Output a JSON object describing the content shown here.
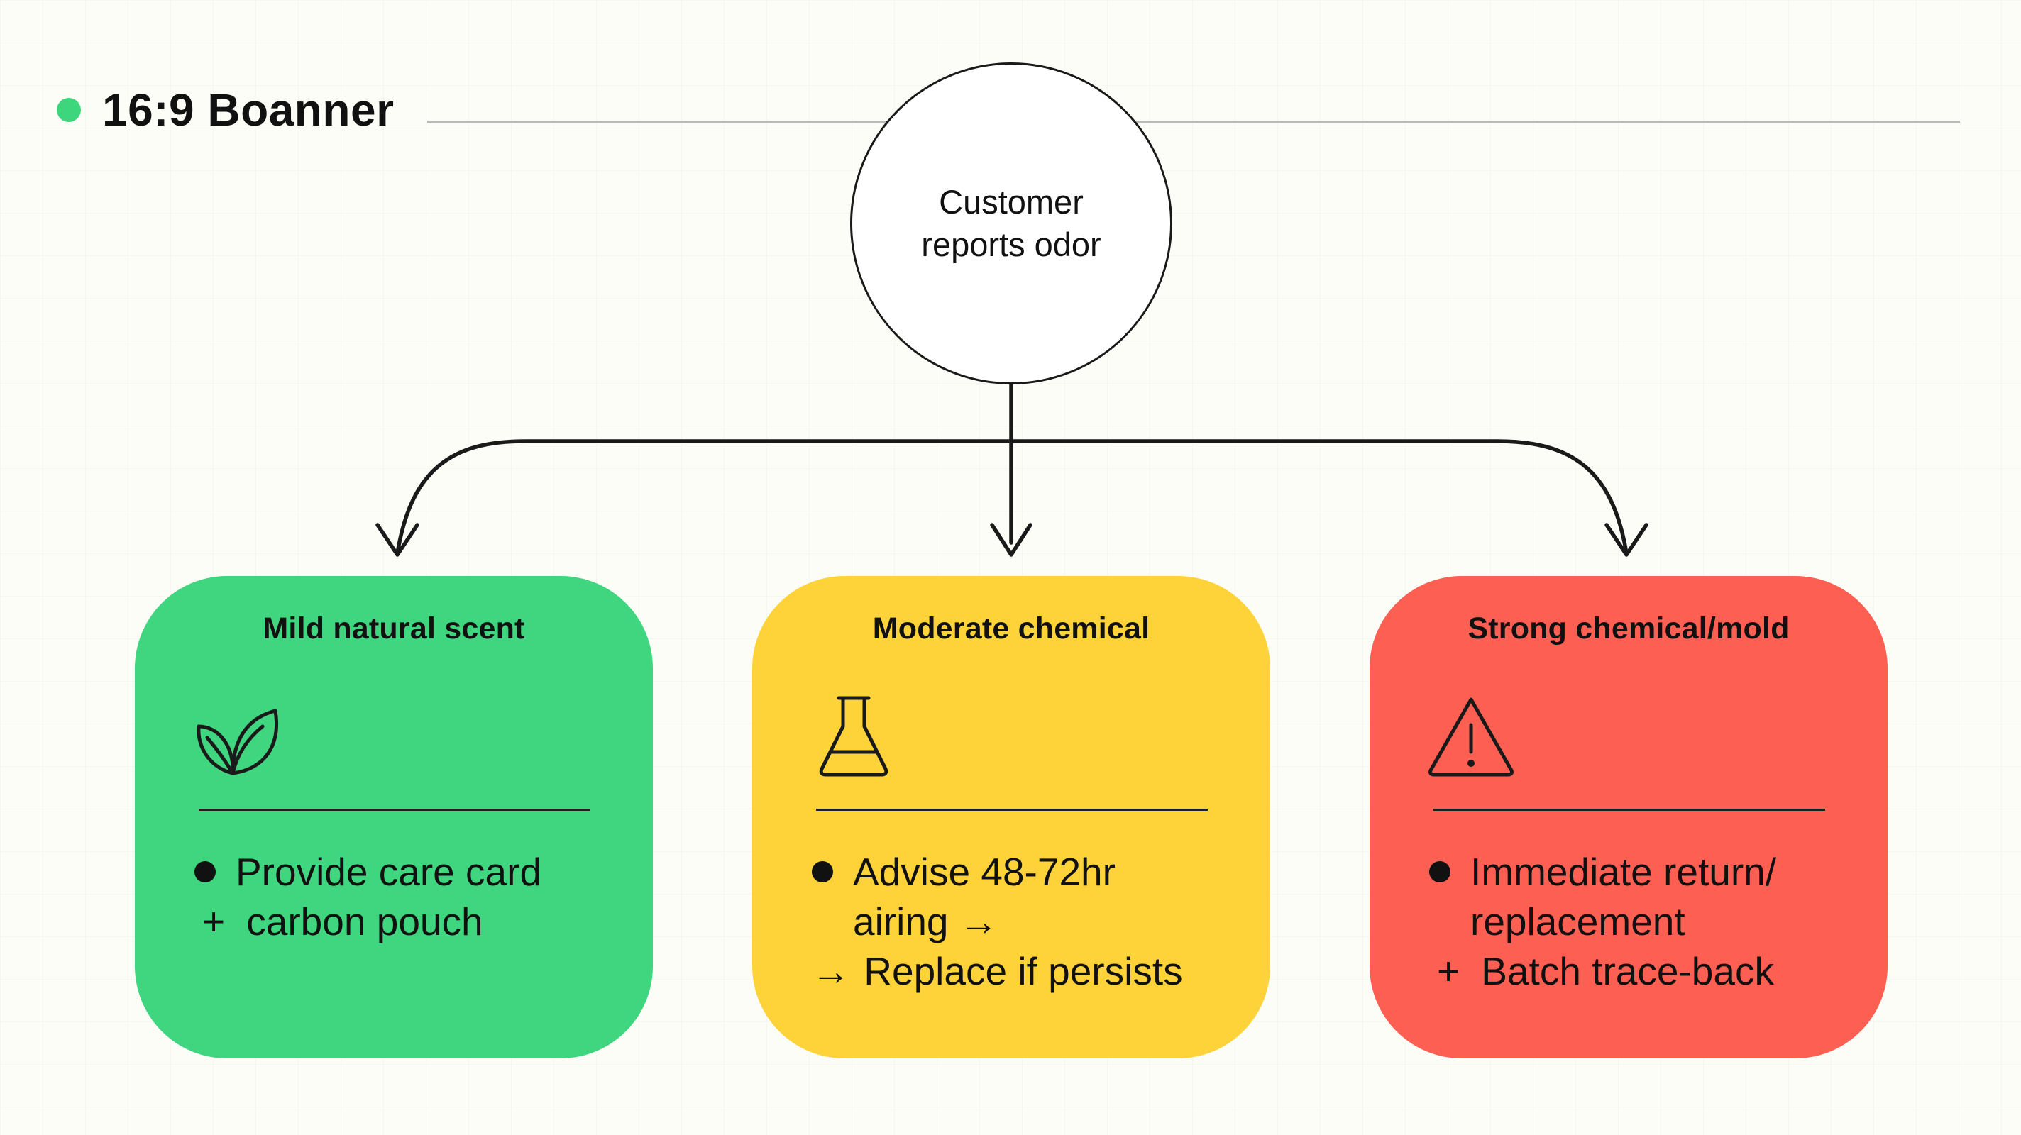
{
  "header": {
    "title": "16:9 Boanner"
  },
  "root": {
    "label_line1": "Customer",
    "label_line2": "reports odor"
  },
  "cards": [
    {
      "title": "Mild natural scent",
      "icon": "leaf-icon",
      "line1": "Provide care card",
      "line2_prefix": "+",
      "line2": "carbon pouch"
    },
    {
      "title": "Moderate chemical",
      "icon": "flask-icon",
      "line1": "Advise 48-72hr",
      "line2": "airing →",
      "line3_prefix": "→",
      "line3": "Replace if persists"
    },
    {
      "title": "Strong chemical/mold",
      "icon": "warning-icon",
      "line1": "Immediate return/",
      "line2": "replacement",
      "line3_prefix": "+",
      "line3": "Batch trace-back"
    }
  ],
  "colors": {
    "accent_dot": "#3ed67c",
    "mild": "#40d57f",
    "moderate": "#fed33a",
    "strong": "#fd5f52",
    "line": "#1a1a1a"
  }
}
